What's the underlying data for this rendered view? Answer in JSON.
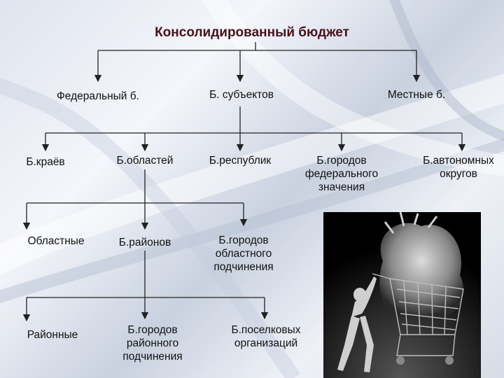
{
  "title": "Консолидированный бюджет",
  "level1": {
    "federal": "Федеральный б.",
    "subjects": "Б. субъектов",
    "local": "Местные б."
  },
  "level2": {
    "krai": "Б.краёв",
    "oblasti": "Б.областей",
    "respubliki": "Б.республик",
    "federal_cities": "Б.городов\nфедерального\nзначения",
    "autonomous_okrugs": "Б.автономных\nокругов"
  },
  "level3": {
    "oblastnye": "Областные",
    "rayony": "Б.районов",
    "oblast_cities": "Б.городов\nобластного\nподчинения"
  },
  "level4": {
    "rayonnye": "Районные",
    "rayon_cities": "Б.городов\nрайонного\nподчинения",
    "settlements": "Б.поселковых\nорганизаций"
  },
  "colors": {
    "title": "#4a1018",
    "connector": "#222222"
  },
  "photo": {
    "icon": "person-pushing-shopping-cart-image"
  }
}
